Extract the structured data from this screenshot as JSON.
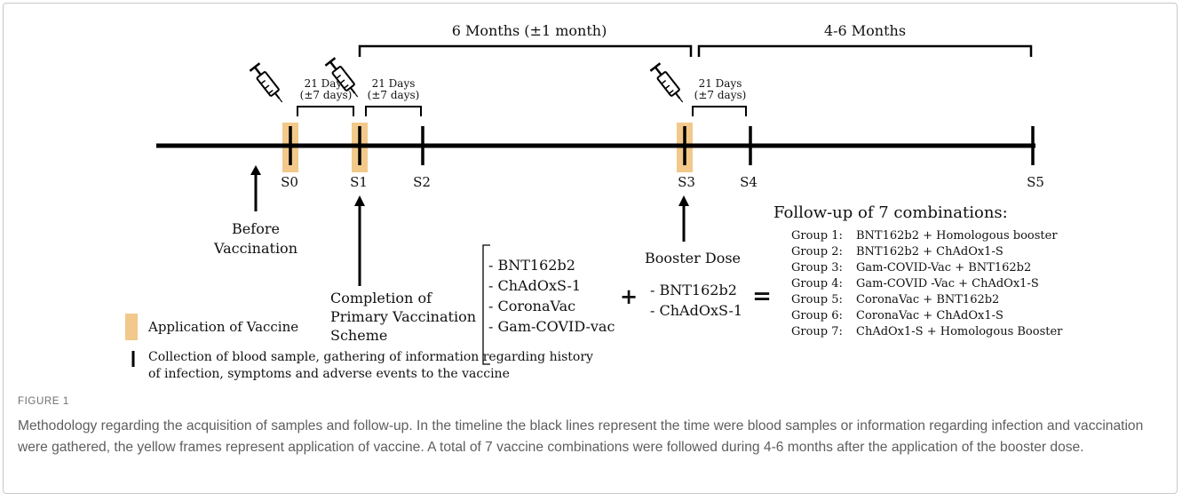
{
  "periods": {
    "six_months": "6 Months (±1 month)",
    "four_six_months": "4-6 Months"
  },
  "intervals": [
    {
      "days": "21 Days",
      "range": "(±7 days)"
    },
    {
      "days": "21 Days",
      "range": "(±7 days)"
    },
    {
      "days": "21 Days",
      "range": "(±7 days)"
    }
  ],
  "timepoints": [
    "S0",
    "S1",
    "S2",
    "S3",
    "S4",
    "S5"
  ],
  "annotations": {
    "before_vaccination": [
      "Before",
      "Vaccination"
    ],
    "completion": [
      "Completion of",
      "Primary Vaccination",
      "Scheme"
    ],
    "booster": "Booster Dose"
  },
  "primary_vaccines": [
    "- BNT162b2",
    "- ChAdOxS-1",
    "- CoronaVac",
    "- Gam-COVID-vac"
  ],
  "booster_vaccines": [
    "- BNT162b2",
    "- ChAdOxS-1"
  ],
  "operators": {
    "plus": "+",
    "equals": "="
  },
  "followup": {
    "title": "Follow-up of 7 combinations:",
    "groups": [
      {
        "label": "Group 1:",
        "combo": "BNT162b2 + Homologous booster"
      },
      {
        "label": "Group 2:",
        "combo": "BNT162b2 + ChAdOx1-S"
      },
      {
        "label": "Group 3:",
        "combo": "Gam-COVID-Vac + BNT162b2"
      },
      {
        "label": "Group 4:",
        "combo": "Gam-COVID -Vac + ChAdOx1-S"
      },
      {
        "label": "Group 5:",
        "combo": "CoronaVac + BNT162b2"
      },
      {
        "label": "Group 6:",
        "combo": "CoronaVac + ChAdOx1-S"
      },
      {
        "label": "Group 7:",
        "combo": "ChAdOx1-S + Homologous Booster"
      }
    ]
  },
  "legend": {
    "vaccine": "Application of Vaccine",
    "collection_line1": "Collection of blood sample, gathering of information regarding history",
    "collection_line2": "of infection, symptoms and adverse events to the vaccine"
  },
  "colors": {
    "vaccine_frame": "#f2c98a",
    "timeline": "#000000",
    "caption_text": "#5e5e5e"
  },
  "caption": {
    "label": "FIGURE 1",
    "text": "Methodology regarding the acquisition of samples and follow-up. In the timeline the black lines represent the time were blood samples or information regarding infection and vaccination were gathered, the yellow frames represent application of vaccine. A total of 7 vaccine combinations were followed during 4-6 months after the application of the booster dose."
  }
}
